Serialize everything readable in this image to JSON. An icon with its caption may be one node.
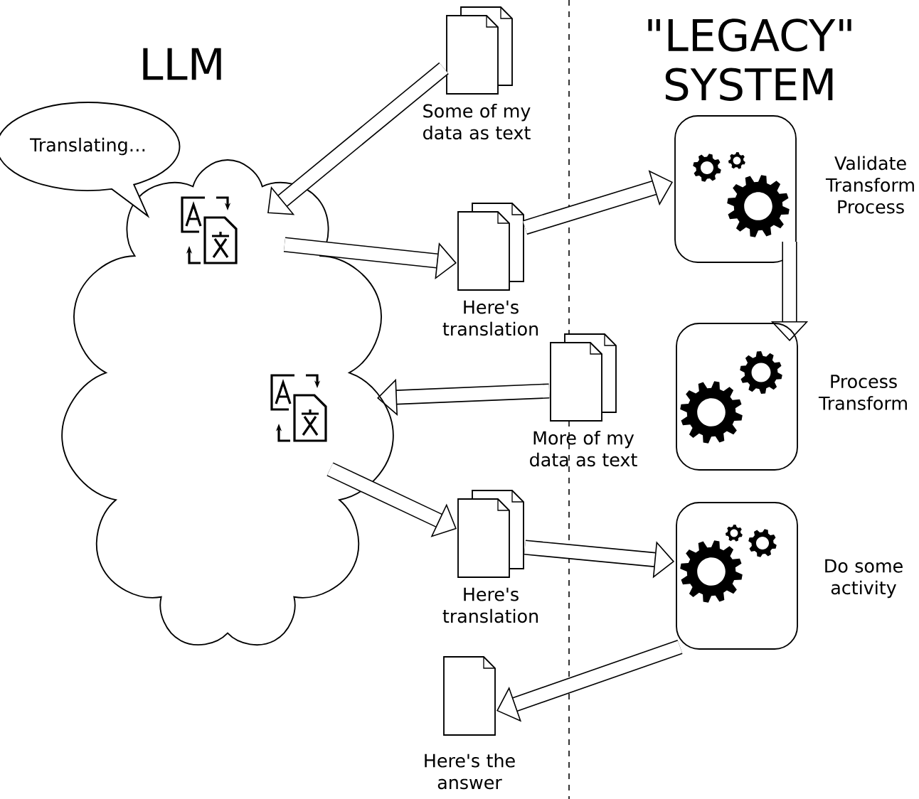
{
  "diagram": {
    "nodes": [
      {
        "text": [],
        "shape": "cloud"
      },
      {
        "text": [
          "Translating…"
        ]
      },
      {
        "text": [
          "Some of my data as text"
        ]
      },
      {
        "text": [
          "Here's translation"
        ]
      },
      {
        "text": [
          "More of my data as text"
        ]
      },
      {
        "text": [
          "Here's translation"
        ]
      },
      {
        "text": [
          "Here's the answer"
        ]
      },
      {
        "text": [],
        "shape": "box",
        "beside": [
          "Validate Transform Process"
        ]
      },
      {
        "text": [],
        "shape": "box",
        "beside": [
          "Process Transform"
        ]
      },
      {
        "text": [],
        "shape": "box",
        "beside": [
          "Do some activity"
        ]
      }
    ],
    "edges": [
      {
        "from": 2,
        "to": 0,
        "arrow": "to"
      },
      {
        "from": 0,
        "to": 3,
        "arrow": "to"
      },
      {
        "from": 3,
        "to": 7,
        "arrow": "to"
      },
      {
        "from": 7,
        "to": 8,
        "arrow": "to"
      },
      {
        "from": 4,
        "to": 0,
        "arrow": "to"
      },
      {
        "from": 0,
        "to": 5,
        "arrow": "to"
      },
      {
        "from": 5,
        "to": 9,
        "arrow": "to"
      },
      {
        "from": 9,
        "to": 6,
        "arrow": "to"
      }
    ],
    "labels": [
      "LLM",
      "\"LEGACY\" SYSTEM"
    ]
  }
}
